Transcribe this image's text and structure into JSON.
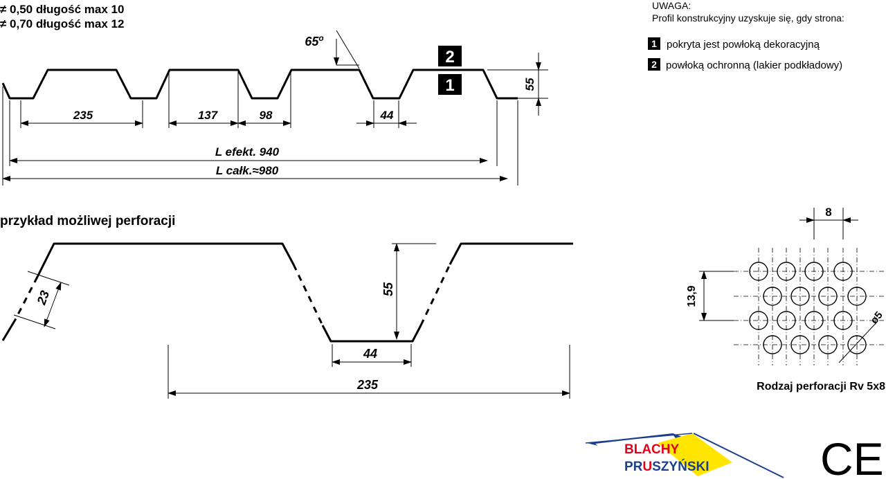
{
  "header": {
    "spec_line_1": "≠ 0,50 długość max 10",
    "spec_line_2": "≠ 0,70 długość max 12"
  },
  "note": {
    "title": "UWAGA:",
    "text": "Profil konstrukcyjny uzyskuje się, gdy strona:",
    "items": [
      {
        "badge": "1",
        "text": "pokryta jest powłoką dekoracyjną"
      },
      {
        "badge": "2",
        "text": "powłoką ochronną (lakier podkładowy)"
      }
    ]
  },
  "profile": {
    "angle": "65",
    "angle_unit": "o",
    "side_top": "2",
    "side_bottom": "1",
    "height": "55",
    "dims": [
      "235",
      "137",
      "98",
      "44"
    ],
    "l_effective": "L efekt. 940",
    "l_total": "L całk.≈980"
  },
  "perforation_example": {
    "title": "przykład możliwej perforacji",
    "slope": "23",
    "height": "55",
    "bottom": "44",
    "width": "235"
  },
  "pattern": {
    "pitch": "8",
    "row_pitch": "13,9",
    "hole": "ø5",
    "caption": "Rodzaj perforacji Rv 5x8"
  },
  "logo": {
    "line1": "BLACHY",
    "line2_a": "PR",
    "line2_b": "U",
    "line2_c": "SZYŃSKI",
    "colors": {
      "red": "#e3001b",
      "blue": "#1b3f8f",
      "yellow": "#ffe500"
    }
  },
  "ce_mark": "CE"
}
